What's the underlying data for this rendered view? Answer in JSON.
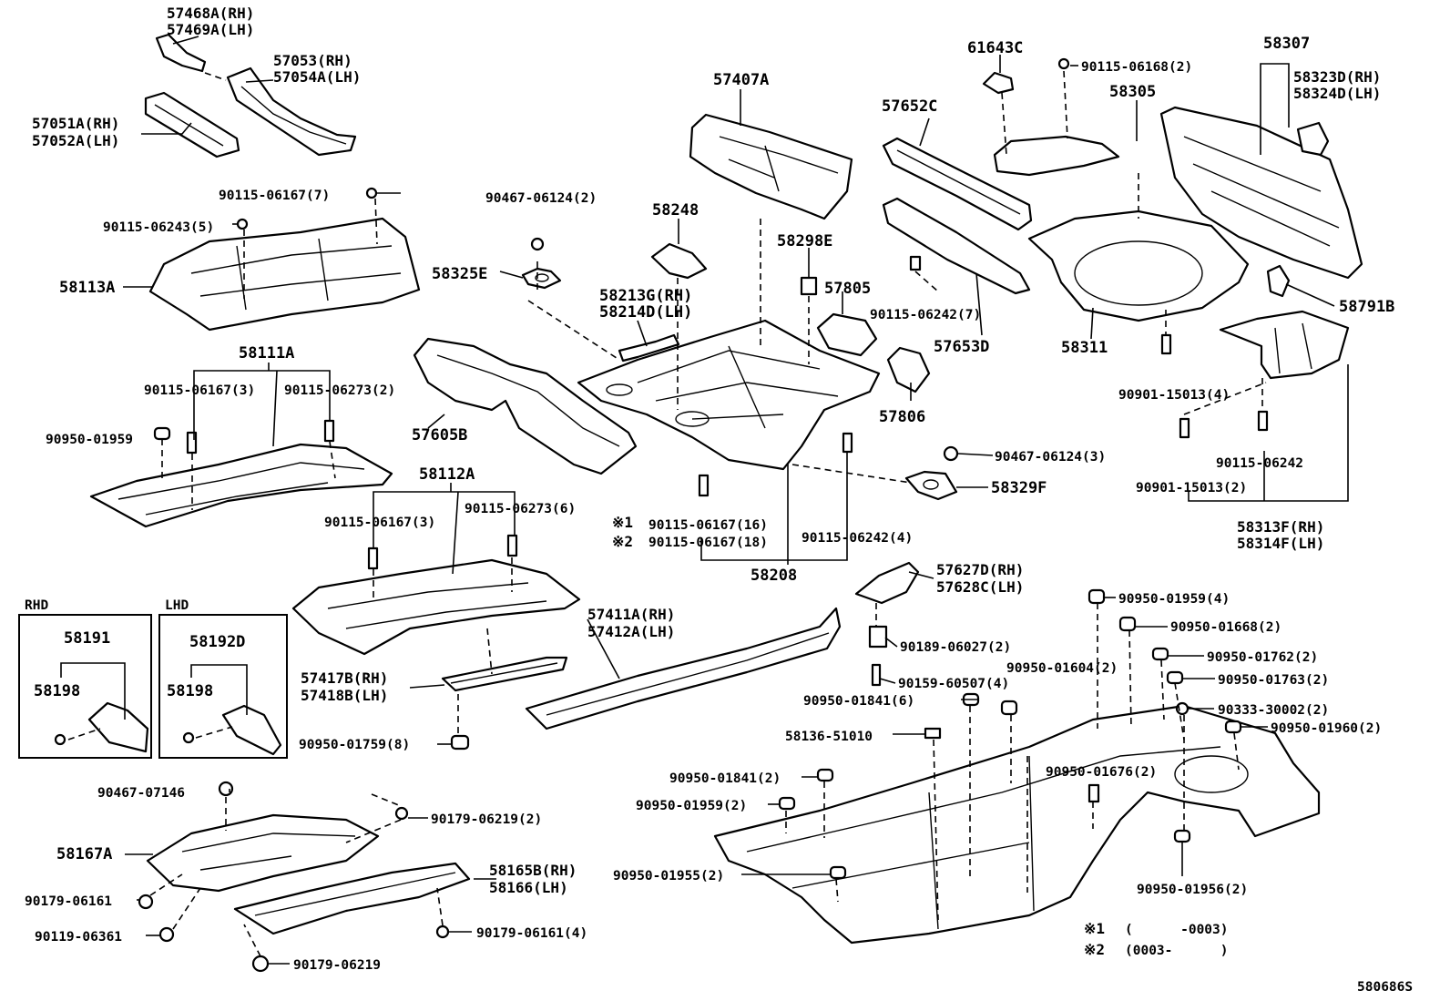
{
  "labels": {
    "p57468A": "57468A(RH)",
    "p57469A": "57469A(LH)",
    "p57053": "57053(RH)",
    "p57054A": "57054A(LH)",
    "p57051A": "57051A(RH)",
    "p57052A": "57052A(LH)",
    "b9011506167_7": "90115-06167(7)",
    "b9011506243_5": "90115-06243(5)",
    "p58113A": "58113A",
    "p58111A": "58111A",
    "b9011506167_3a": "90115-06167(3)",
    "b9011506273_2": "90115-06273(2)",
    "g9095001959a": "90950-01959",
    "p57605B": "57605B",
    "n9046706124_2": "90467-06124(2)",
    "p58248": "58248",
    "p58325E": "58325E",
    "p58213G": "58213G(RH)",
    "p58214D": "58214D(LH)",
    "p57407A": "57407A",
    "p58298E": "58298E",
    "p57805": "57805",
    "p57806": "57806",
    "p57652C": "57652C",
    "b9011506242_7": "90115-06242(7)",
    "p57653D": "57653D",
    "p61643C": "61643C",
    "b9011506168_2": "90115-06168(2)",
    "p58305": "58305",
    "p58311": "58311",
    "p58307": "58307",
    "p58323D": "58323D(RH)",
    "p58324D": "58324D(LH)",
    "p58791B": "58791B",
    "c9090115013_4": "90901-15013(4)",
    "b9011506242": "90115-06242",
    "c9090115013_2": "90901-15013(2)",
    "p58313F": "58313F(RH)",
    "p58314F": "58314F(LH)",
    "n9046706124_3": "90467-06124(3)",
    "p58329F": "58329F",
    "p58112A": "58112A",
    "b9011506167_3b": "90115-06167(3)",
    "b9011506273_6": "90115-06273(6)",
    "mark1": "※1",
    "mark2": "※2",
    "b9011506167_16": "90115-06167(16)",
    "b9011506167_18": "90115-06167(18)",
    "b9011506242_4": "90115-06242(4)",
    "p58208": "58208",
    "p57627D": "57627D(RH)",
    "p57628C": "57628C(LH)",
    "p57411A": "57411A(RH)",
    "p57412A": "57412A(LH)",
    "p57417B": "57417B(RH)",
    "p57418B": "57418B(LH)",
    "g9095001759_8": "90950-01759(8)",
    "rhd": "RHD",
    "lhd": "LHD",
    "p58191": "58191",
    "p58198a": "58198",
    "p58192D": "58192D",
    "p58198b": "58198",
    "c9018906027_2": "90189-06027(2)",
    "c9015960507_4": "90159-60507(4)",
    "g9095001841_6": "90950-01841(6)",
    "g9095001604_2": "90950-01604(2)",
    "g9095001959_4": "90950-01959(4)",
    "g9095001668_2": "90950-01668(2)",
    "g9095001762_2": "90950-01762(2)",
    "g9095001763_2": "90950-01763(2)",
    "g9033330002_2": "90333-30002(2)",
    "g9095001960_2": "90950-01960(2)",
    "p5813651010": "58136-51010",
    "g9095001841_2": "90950-01841(2)",
    "g9095001959_2": "90950-01959(2)",
    "g9095001676_2": "90950-01676(2)",
    "g9095001955_2": "90950-01955(2)",
    "g9095001956_2": "90950-01956(2)",
    "n9046707146": "90467-07146",
    "c9017906219_2": "90179-06219(2)",
    "p58167A": "58167A",
    "p58165B": "58165B(RH)",
    "p58166": "58166(LH)",
    "c9017906161": "90179-06161",
    "c9011906361": "90119-06361",
    "c9017906161_4": "90179-06161(4)",
    "c9017906219": "90179-06219",
    "legend1_mark": "※1",
    "legend1_text": "(      -0003)",
    "legend2_mark": "※2",
    "legend2_text": "(0003-      )",
    "figure_code": "580686S"
  }
}
